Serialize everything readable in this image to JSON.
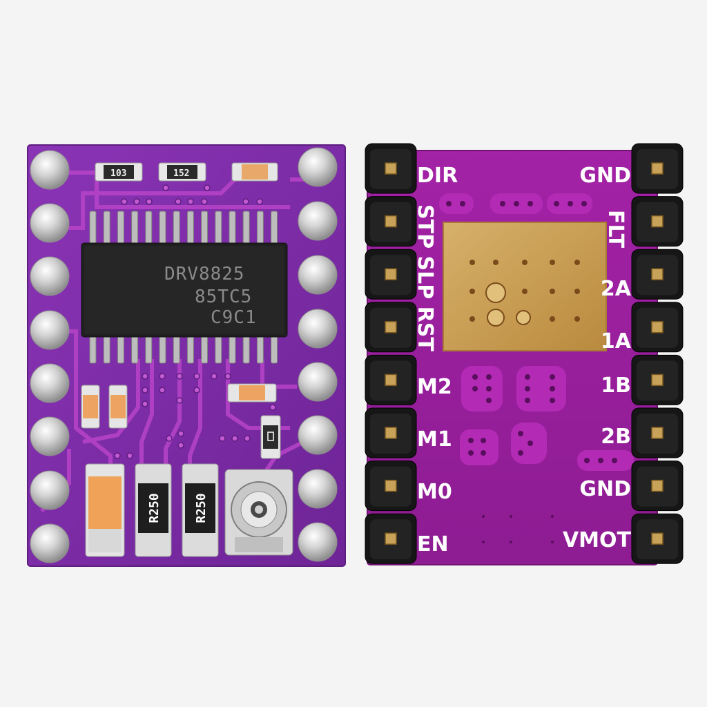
{
  "front_board": {
    "chip_lines": [
      "DRV8825",
      "85TC5",
      "C9C1"
    ],
    "resistor_labels": [
      "R250",
      "R250"
    ],
    "smd_labels": [
      "103",
      "152"
    ]
  },
  "back_board": {
    "left_labels": [
      "DIR",
      "STP SLP RST",
      "M2",
      "M1",
      "M0",
      "EN"
    ],
    "right_labels": [
      "GND",
      "FLT",
      "2A",
      "1A",
      "1B",
      "2B",
      "GND",
      "VMOT"
    ]
  },
  "colors": {
    "board": "#7a2aa4",
    "board_back": "#9a1f9a",
    "trace": "#b53ec5",
    "pad": "#c8c8c8",
    "header": "#1c1c1c",
    "gold": "#c9a25a"
  }
}
